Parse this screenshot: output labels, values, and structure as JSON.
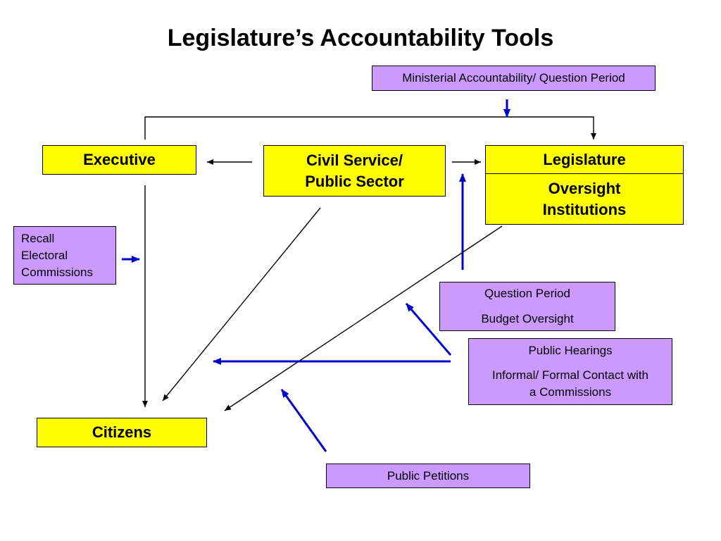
{
  "slide": {
    "title": "Legislature’s Accountability Tools"
  },
  "boxes": {
    "ministerial": {
      "text": "Ministerial Accountability/ Question Period"
    },
    "executive": {
      "text": "Executive"
    },
    "civil_service": {
      "lines": [
        "Civil Service/",
        "Public Sector"
      ]
    },
    "legislature": {
      "text": "Legislature",
      "oversight_lines": [
        "Oversight",
        "Institutions"
      ]
    },
    "recall": {
      "lines": [
        "Recall",
        "Electoral",
        "Commissions"
      ]
    },
    "question_budget": {
      "items": [
        "Question Period",
        "Budget Oversight"
      ]
    },
    "public_hearings": {
      "heading": "Public Hearings",
      "contact_lines": [
        "Informal/ Formal Contact with",
        "a Commissions"
      ]
    },
    "citizens": {
      "text": "Citizens"
    },
    "public_petitions": {
      "text": "Public Petitions"
    }
  },
  "colors": {
    "actor_fill": "#FFFF00",
    "tool_fill": "#CC99FF",
    "tool_arrow": "#0000CC",
    "flow_arrow": "#000000"
  }
}
